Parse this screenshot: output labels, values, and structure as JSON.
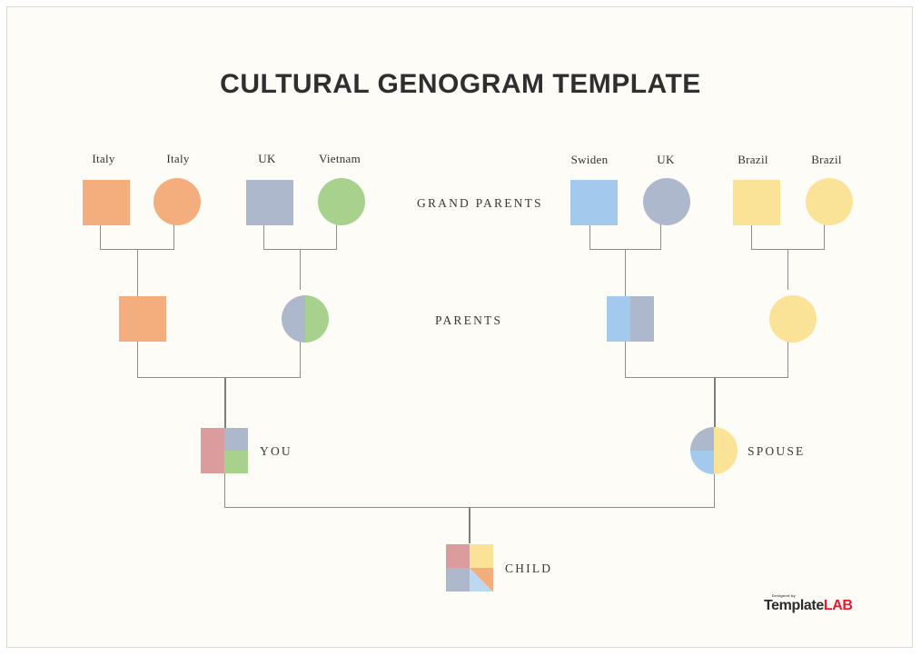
{
  "document": {
    "title": "CULTURAL GENOGRAM TEMPLATE",
    "background_color": "#FDFCF6",
    "line_color": "#8d8d8a"
  },
  "tiers": [
    {
      "id": "grandparents",
      "label": "GRAND PARENTS"
    },
    {
      "id": "parents",
      "label": "PARENTS"
    }
  ],
  "palette": {
    "orange": "#F4AE7D",
    "green": "#A8D18D",
    "blue_gray": "#AEB8CC",
    "light_blue": "#A3C9EC",
    "yellow": "#FAE396",
    "rose": "#DA9C9C"
  },
  "grandparents": [
    {
      "country": "Italy",
      "shape": "square",
      "fill": [
        "#F4AE7D"
      ]
    },
    {
      "country": "Italy",
      "shape": "circle",
      "fill": [
        "#F4AE7D"
      ]
    },
    {
      "country": "UK",
      "shape": "square",
      "fill": [
        "#AEB8CC"
      ]
    },
    {
      "country": "Vietnam",
      "shape": "circle",
      "fill": [
        "#A8D18D"
      ]
    },
    {
      "country": "Swiden",
      "shape": "square",
      "fill": [
        "#A3C9EC"
      ]
    },
    {
      "country": "UK",
      "shape": "circle",
      "fill": [
        "#AEB8CC"
      ]
    },
    {
      "country": "Brazil",
      "shape": "square",
      "fill": [
        "#FAE396"
      ]
    },
    {
      "country": "Brazil",
      "shape": "circle",
      "fill": [
        "#FAE396"
      ]
    }
  ],
  "parents": [
    {
      "shape": "square",
      "fill": [
        "#F4AE7D"
      ]
    },
    {
      "shape": "circle",
      "fill": [
        "#AEB8CC",
        "#A8D18D"
      ]
    },
    {
      "shape": "square",
      "fill": [
        "#A3C9EC",
        "#AEB8CC"
      ]
    },
    {
      "shape": "circle",
      "fill": [
        "#FAE396"
      ]
    }
  ],
  "couple": [
    {
      "label": "YOU",
      "shape": "square",
      "fill": [
        "#DA9C9C",
        "#AEB8CC",
        "#A8D18D"
      ]
    },
    {
      "label": "SPOUSE",
      "shape": "circle",
      "fill": [
        "#AEB8CC",
        "#A3C9EC",
        "#FAE396"
      ]
    }
  ],
  "child": {
    "label": "CHILD",
    "shape": "square",
    "fill": [
      "#DA9C9C",
      "#FAE396",
      "#AEB8CC",
      "#F4AE7D",
      "#BDD9F1"
    ]
  },
  "logo": {
    "superscript": "Designed by",
    "name_dark": "Template",
    "name_red": "LAB",
    "red": "#e8192c"
  }
}
